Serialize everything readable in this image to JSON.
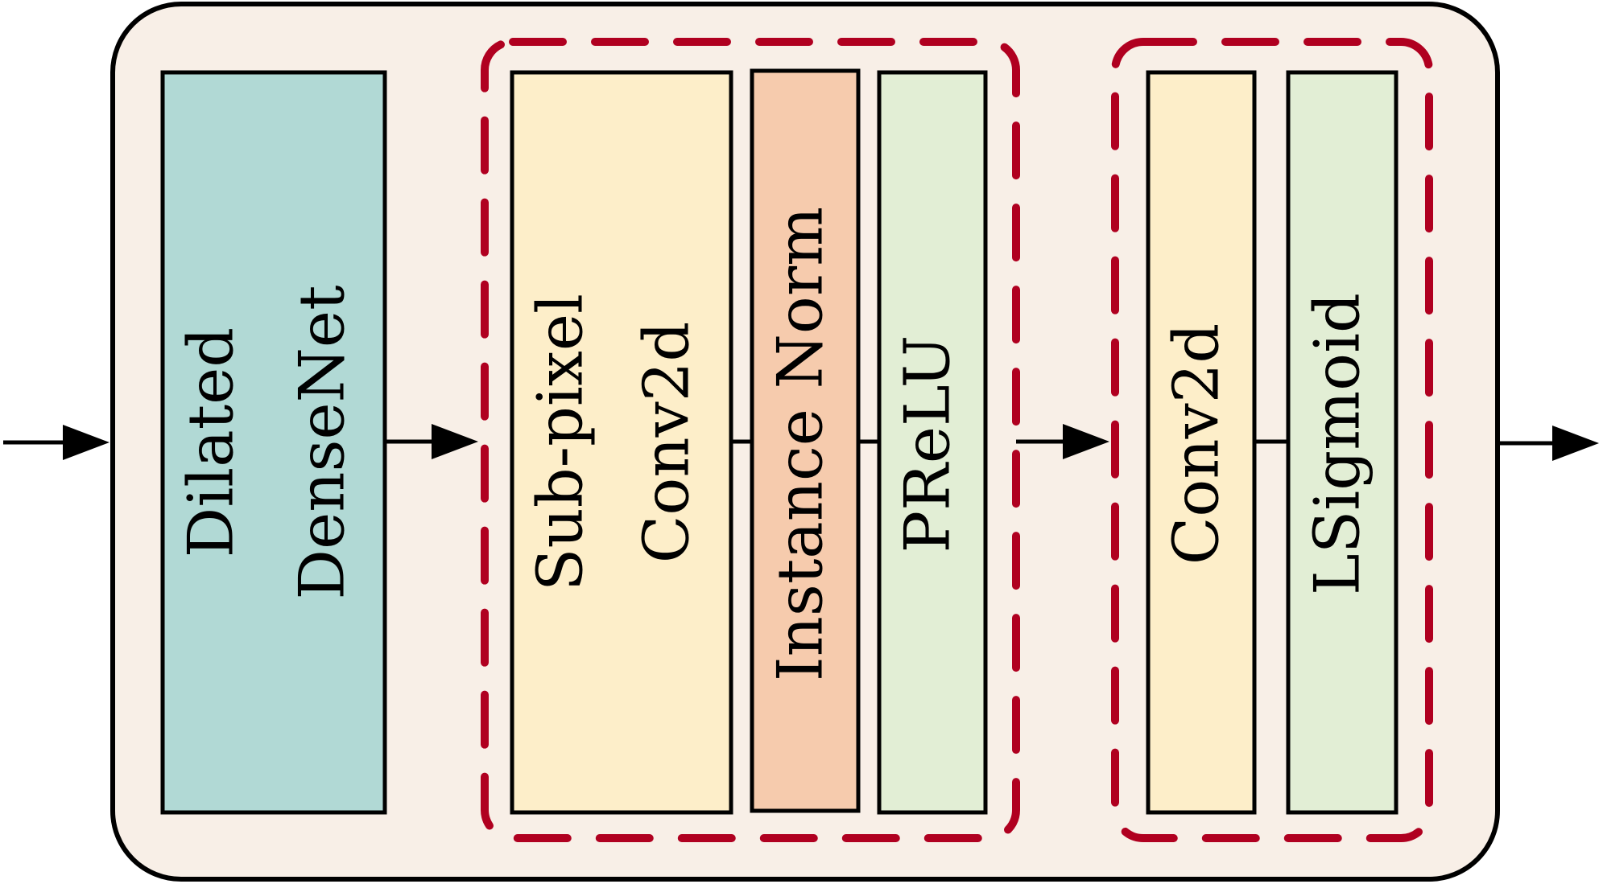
{
  "colors": {
    "outer_fill": "#f8efe7",
    "outer_stroke": "#000000",
    "dashed_group": "#b00020",
    "teal": "#b1d9d5",
    "yellow": "#fdeec9",
    "salmon": "#f6cbad",
    "green": "#e2eed5",
    "arrow": "#000000"
  },
  "blocks": {
    "dilated_densenet": {
      "line1": "Dilated",
      "line2": "DenseNet",
      "color": "teal"
    },
    "subpixel_conv": {
      "line1": "Sub-pixel",
      "line2": "Conv2d",
      "color": "yellow"
    },
    "instance_norm": {
      "line1": "Instance Norm",
      "color": "salmon"
    },
    "prelu": {
      "line1": "PReLU",
      "color": "green"
    },
    "conv2d": {
      "line1": "Conv2d",
      "color": "yellow"
    },
    "lsigmoid": {
      "line1": "LSigmoid",
      "color": "green"
    }
  }
}
